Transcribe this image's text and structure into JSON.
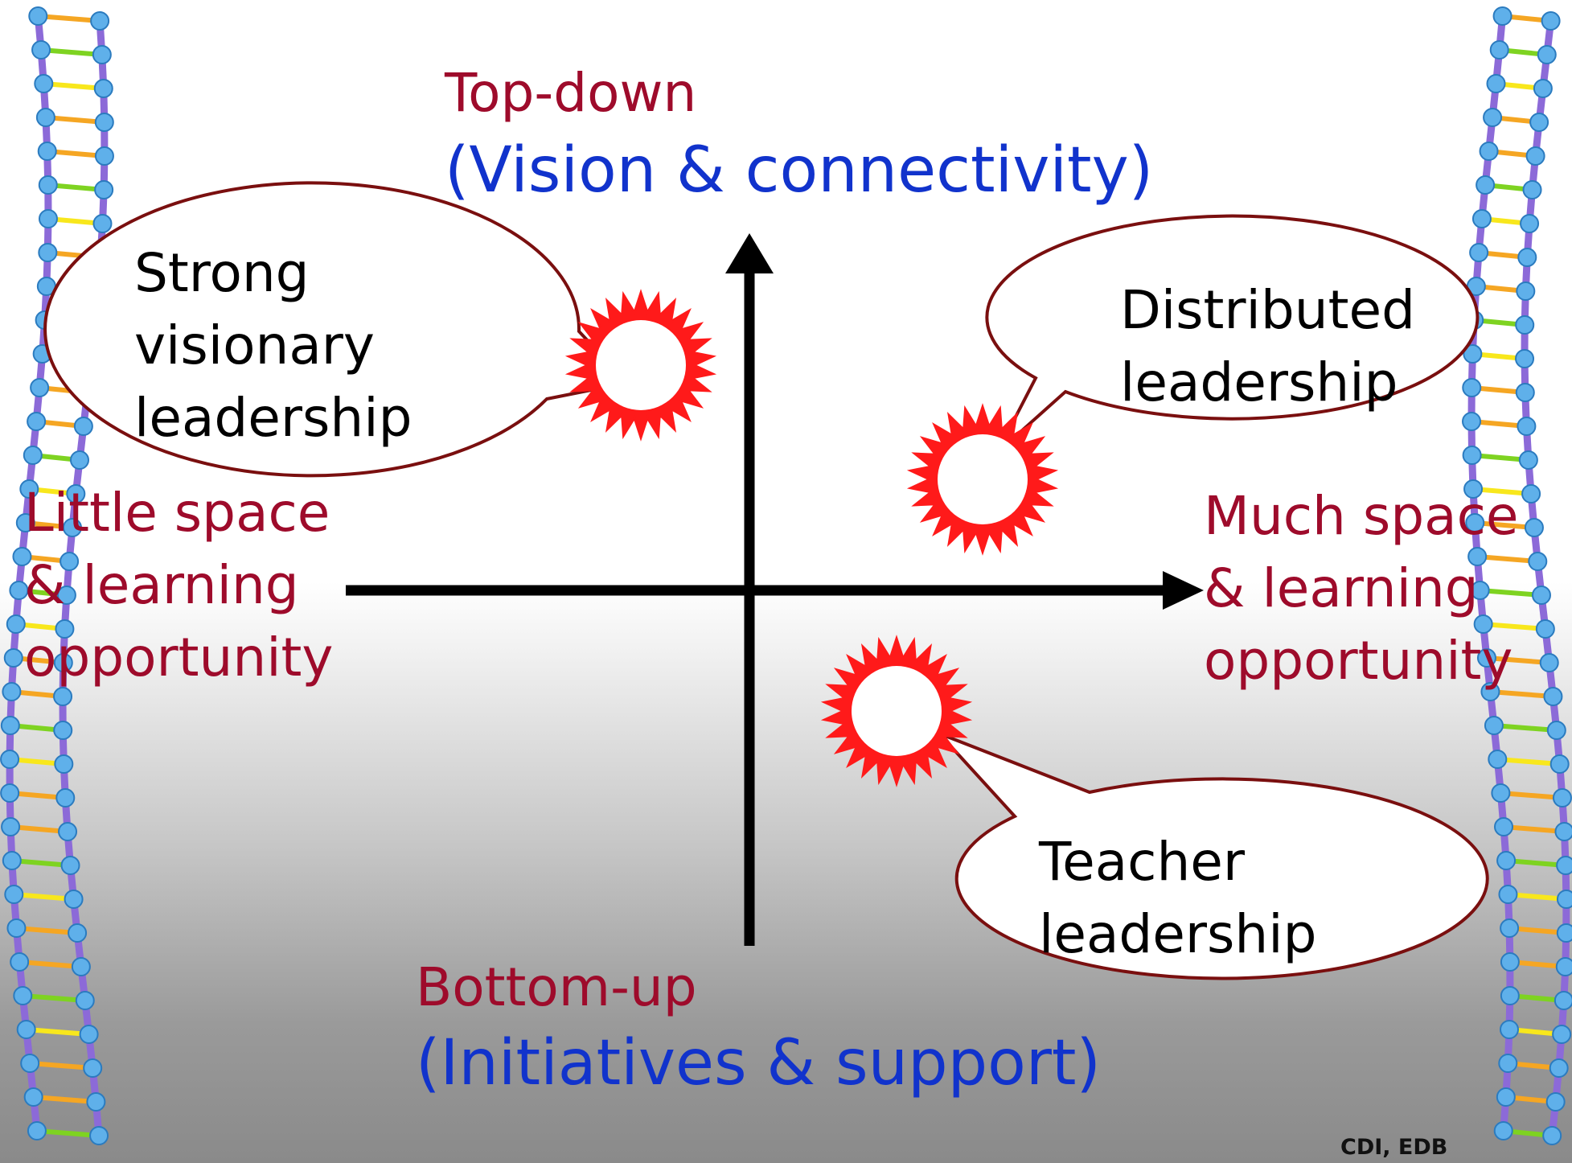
{
  "vertical_axis": {
    "top_title": "Top-down",
    "top_subtitle": "(Vision & connectivity)",
    "bottom_title": "Bottom-up",
    "bottom_subtitle": "(Initiatives & support)"
  },
  "horizontal_axis": {
    "left_lines": [
      "Little space",
      "& learning",
      "opportunity"
    ],
    "right_lines": [
      "Much space",
      "& learning",
      "opportunity"
    ]
  },
  "callouts": [
    {
      "lines": [
        "Strong",
        "visionary",
        "leadership"
      ]
    },
    {
      "lines": [
        "Distributed",
        "leadership"
      ]
    },
    {
      "lines": [
        "Teacher",
        "leadership"
      ]
    }
  ],
  "credit": "CDI, EDB",
  "colors": {
    "axis_label": "#9e0b2b",
    "axis_sublabel": "#1133cc",
    "callout_outline": "#7a0f0f",
    "burst_fill": "#ff1a1a",
    "dna_backbone": "#8c6ad8",
    "dna_node": "#5fb0ea"
  }
}
